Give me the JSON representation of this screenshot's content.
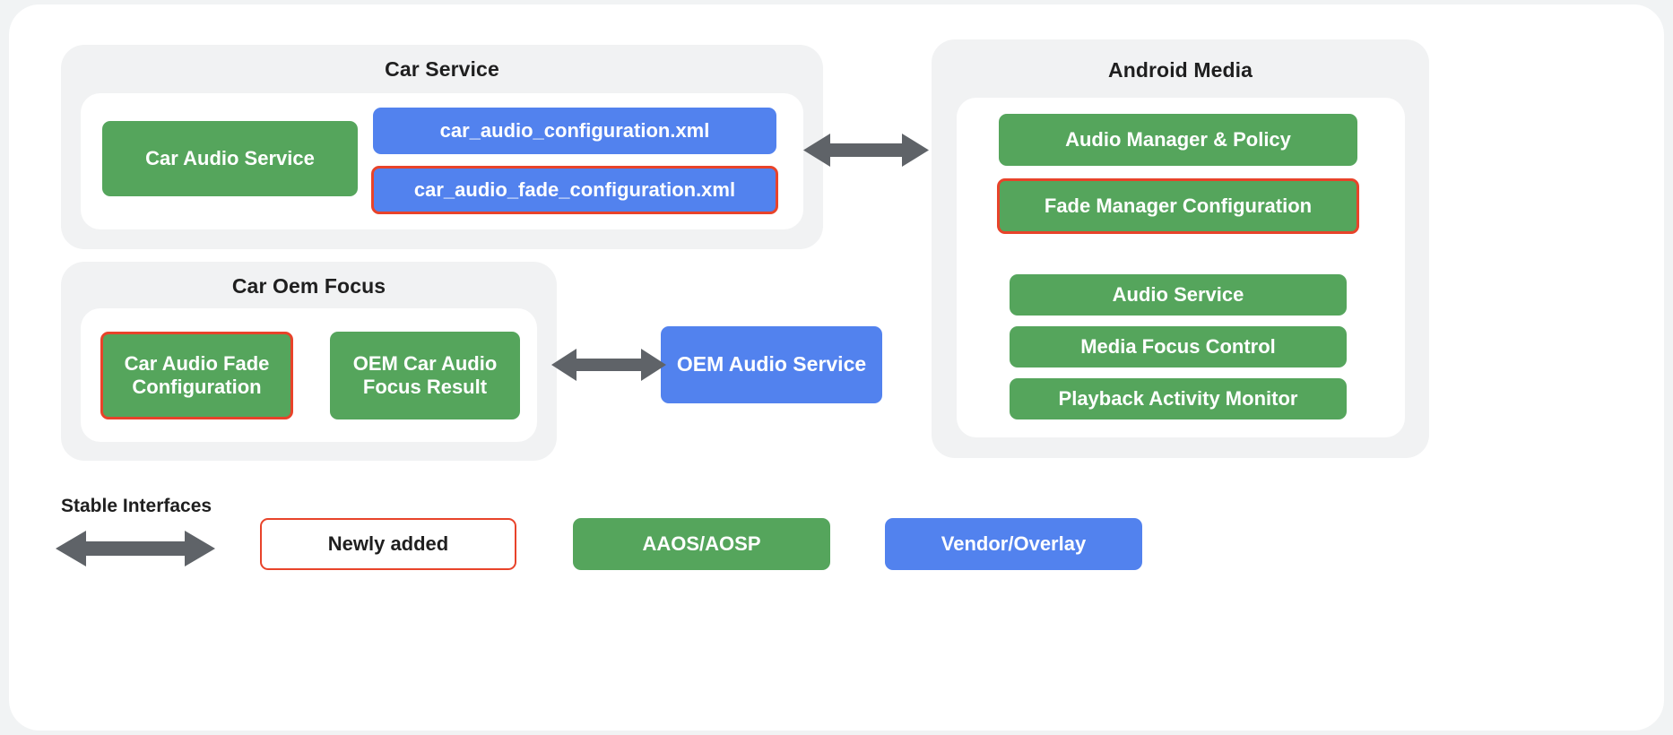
{
  "diagram": {
    "groups": [
      {
        "id": "car-service",
        "title": "Car Service",
        "nodes": [
          {
            "id": "car-audio-service",
            "label": "Car Audio Service",
            "kind": "green",
            "highlight": false
          },
          {
            "id": "car-audio-configuration-xml",
            "label": "car_audio_configuration.xml",
            "kind": "blue",
            "highlight": false
          },
          {
            "id": "car-audio-fade-configuration-xml",
            "label": "car_audio_fade_configuration.xml",
            "kind": "blue",
            "highlight": true
          }
        ]
      },
      {
        "id": "car-oem-focus",
        "title": "Car Oem Focus",
        "nodes": [
          {
            "id": "car-audio-fade-configuration",
            "label": "Car Audio Fade Configuration",
            "kind": "green",
            "highlight": true
          },
          {
            "id": "oem-car-audio-focus-result",
            "label": "OEM Car Audio Focus Result",
            "kind": "green",
            "highlight": false
          }
        ]
      },
      {
        "id": "android-media",
        "title": "Android Media",
        "nodes": [
          {
            "id": "audio-manager-and-policy",
            "label": "Audio Manager & Policy",
            "kind": "green",
            "highlight": false
          },
          {
            "id": "fade-manager-configuration",
            "label": "Fade Manager Configuration",
            "kind": "green",
            "highlight": true
          },
          {
            "id": "audio-service",
            "label": "Audio Service",
            "kind": "green",
            "highlight": false
          },
          {
            "id": "media-focus-control",
            "label": "Media Focus Control",
            "kind": "green",
            "highlight": false
          },
          {
            "id": "playback-activity-monitor",
            "label": "Playback Activity Monitor",
            "kind": "green",
            "highlight": false
          }
        ]
      }
    ],
    "standalone_nodes": [
      {
        "id": "oem-audio-service",
        "label": "OEM Audio Service",
        "kind": "blue",
        "highlight": false
      }
    ],
    "connectors": [
      {
        "id": "car-service-to-android-media",
        "type": "double-arrow"
      },
      {
        "id": "car-oem-focus-to-oem-audio-service",
        "type": "double-arrow"
      }
    ]
  },
  "legend": {
    "stable_interfaces_label": "Stable Interfaces",
    "items": [
      {
        "id": "newly-added",
        "label": "Newly added",
        "style": "outline"
      },
      {
        "id": "aaos-aosp",
        "label": "AAOS/AOSP",
        "style": "green"
      },
      {
        "id": "vendor-overlay",
        "label": "Vendor/Overlay",
        "style": "blue"
      }
    ]
  },
  "colors": {
    "green": "#55a55c",
    "blue": "#5282ee",
    "highlight_red": "#e8432a",
    "arrow_gray": "#5f6368",
    "panel_gray": "#f1f2f3",
    "page_background": "#f1f3f4",
    "card_white": "#ffffff"
  }
}
